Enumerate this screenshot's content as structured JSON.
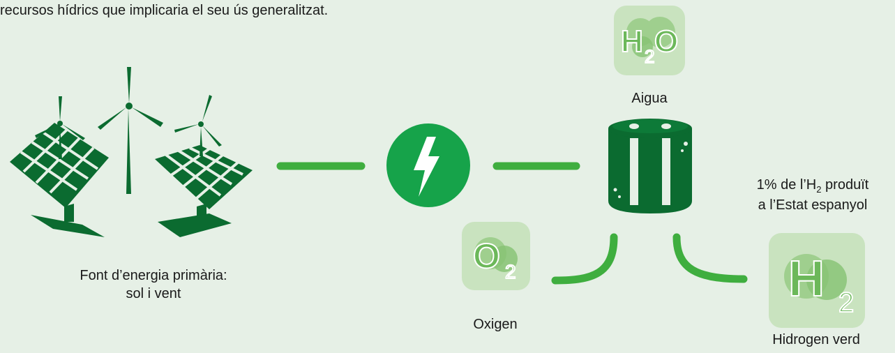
{
  "intro_text": "recursos hídrics que implicaria el seu ús generalitzat.",
  "labels": {
    "source": [
      "Font d’energia primària:",
      "sol i vent"
    ],
    "water": "Aigua",
    "oxygen": "Oxigen",
    "hydrogen": "Hidrogen verd",
    "h2_note_prefix": "1% de l’H",
    "h2_note_sub": "2",
    "h2_note_suffix": " produït",
    "h2_note_line2": "a l’Estat espanyol"
  },
  "molecules": {
    "water": {
      "main1": "H",
      "sub": "2",
      "main2": "O"
    },
    "oxygen": {
      "main": "O",
      "sub": "2"
    },
    "hydrogen": {
      "main": "H",
      "sub": "2"
    }
  },
  "colors": {
    "green_dark": "#0b6b30",
    "green_mid": "#16a34a",
    "green_line": "#3fae3f",
    "tile_bg": "#c9e3bf",
    "page_bg": "#e6f0e6"
  },
  "icons": [
    "solar-panel-icon",
    "wind-turbine-icon",
    "lightning-bolt-icon",
    "electrolyzer-icon"
  ]
}
